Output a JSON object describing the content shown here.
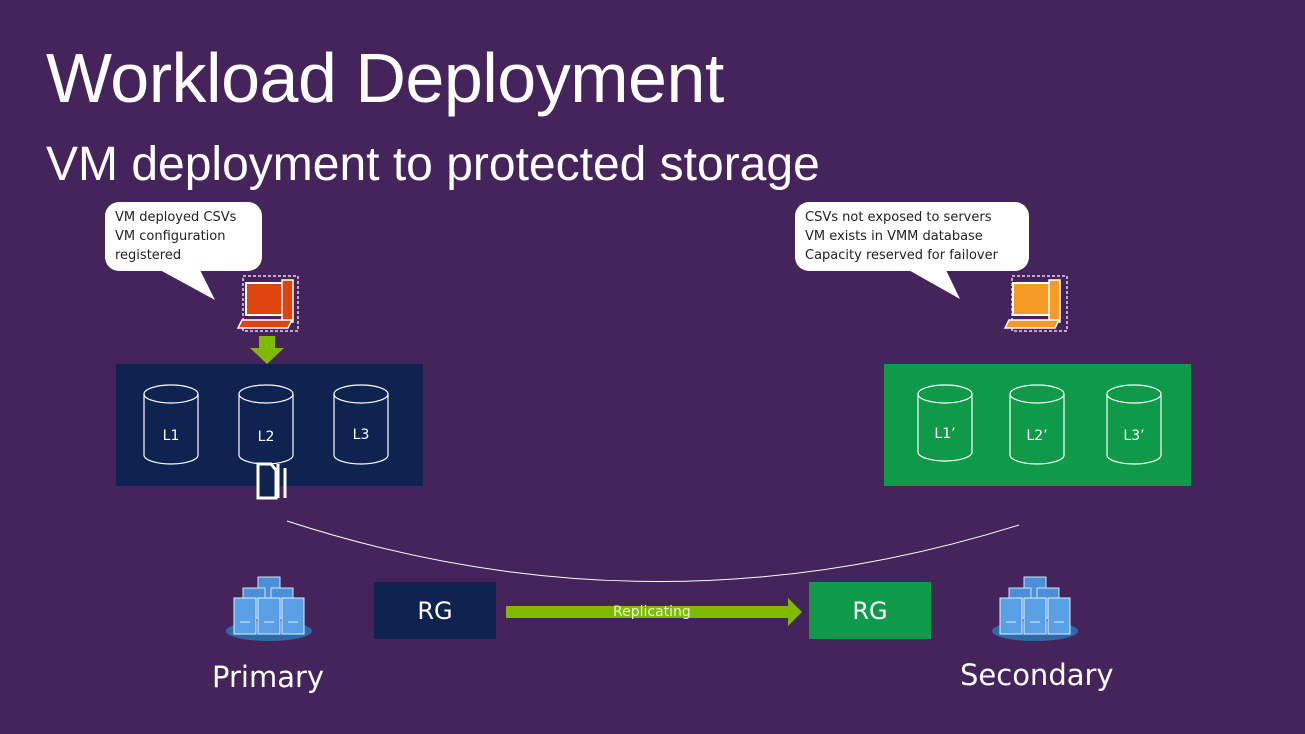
{
  "slide": {
    "title": "Workload Deployment",
    "subtitle": "VM deployment to protected storage"
  },
  "callouts": {
    "primary": [
      "VM deployed CSVs",
      "VM configuration",
      "registered"
    ],
    "secondary": [
      "CSVs not exposed to servers",
      "VM exists in VMM database",
      "Capacity reserved for failover"
    ]
  },
  "primary": {
    "label": "Primary",
    "disks": [
      "L1",
      "L2",
      "L3"
    ],
    "rg": "RG",
    "color": "#0f2350"
  },
  "secondary": {
    "label": "Secondary",
    "disks": [
      "L1’",
      "L2’",
      "L3’"
    ],
    "rg": "RG",
    "color": "#0e9a48"
  },
  "replication": {
    "label": "Replicating",
    "color": "#7fba00"
  },
  "icons": {
    "vm_primary": "computer-icon",
    "vm_secondary": "computer-icon",
    "files": "file-stack-icon",
    "servers": "server-cluster-icon",
    "deploy_arrow": "down-arrow-icon"
  },
  "colors": {
    "background": "#44245a",
    "vm_primary": "#e0440e",
    "vm_secondary": "#f59a23",
    "server": "#4b90d6"
  }
}
